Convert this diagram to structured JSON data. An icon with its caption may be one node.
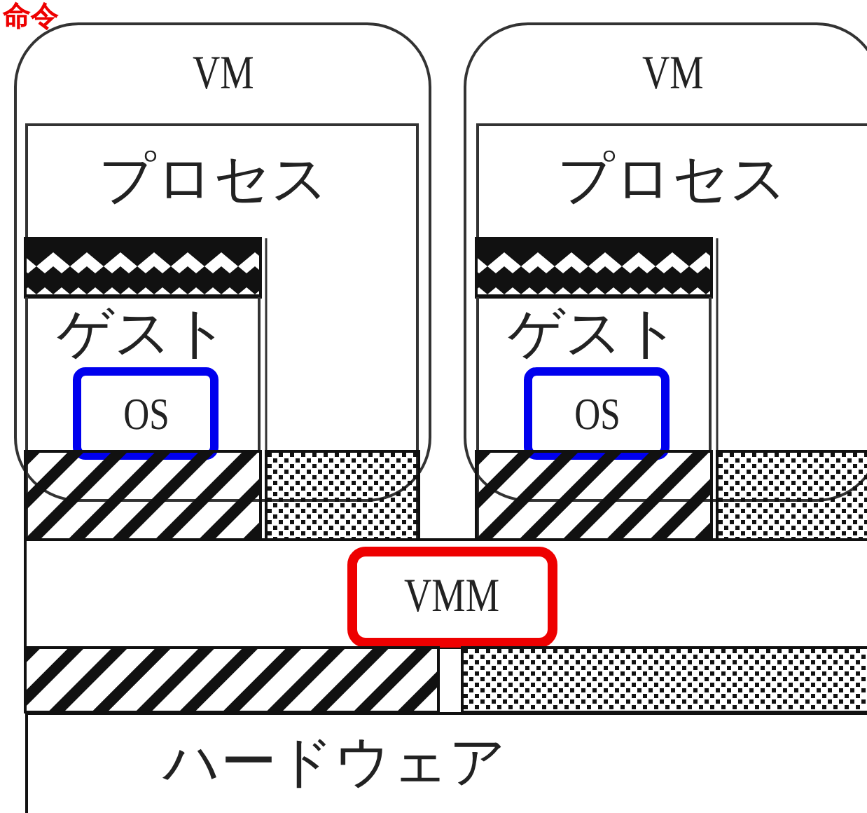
{
  "diagram": {
    "nodes": [
      {
        "text": [
          "VM"
        ]
      },
      {
        "text": [
          "プロセス"
        ]
      },
      {
        "text": [],
        "shape": "bar",
        "in": 1
      },
      {
        "text": [
          "ゲスト"
        ],
        "in": 1
      },
      {
        "text": [
          "OS"
        ],
        "in": 3
      },
      {
        "text": [],
        "shape": "bar",
        "in": 1
      },
      {
        "text": [],
        "shape": "bar",
        "in": 1
      },
      {
        "text": [
          "VM"
        ]
      },
      {
        "text": [
          "プロセス"
        ]
      },
      {
        "text": [],
        "shape": "bar",
        "in": 8
      },
      {
        "text": [
          "ゲスト"
        ],
        "in": 8
      },
      {
        "text": [
          "OS"
        ],
        "in": 10
      },
      {
        "text": [],
        "shape": "bar",
        "in": 8
      },
      {
        "text": [],
        "shape": "bar",
        "in": 8
      },
      {
        "text": [
          "VMM"
        ]
      },
      {
        "text": [],
        "shape": "bar"
      },
      {
        "text": [],
        "shape": "bar"
      },
      {
        "text": [
          "ハードウェア"
        ]
      }
    ],
    "labels": [
      "命令"
    ]
  }
}
